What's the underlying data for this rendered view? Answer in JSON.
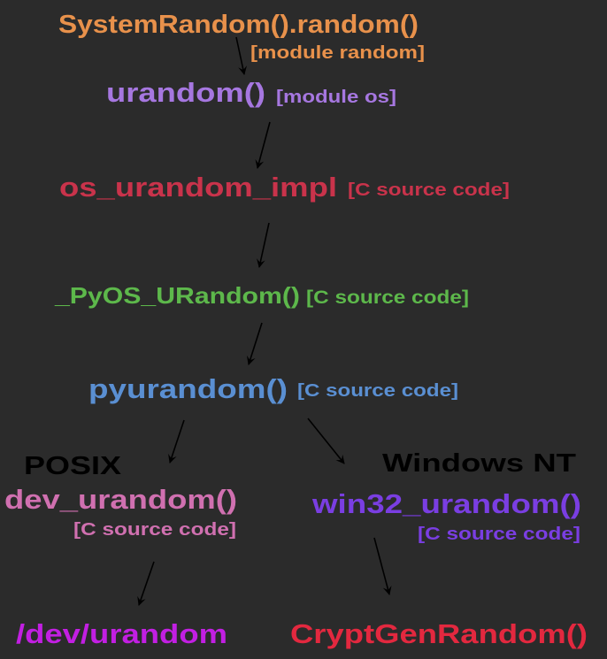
{
  "colors": {
    "background": "#2b2b2b",
    "system_random": "#e8914b",
    "urandom": "#a677e0",
    "os_urandom_impl": "#c9334b",
    "pyos_urandom": "#5db84b",
    "pyurandom": "#5a8fd2",
    "dev_urandom": "#d070b0",
    "win32_urandom": "#7a3ee2",
    "dev_urandom_file": "#c21fe2",
    "cryptgenrandom": "#e3283f",
    "platform_label": "#000000",
    "arrow": "#000000"
  },
  "nodes": {
    "system_random": {
      "name": "SystemRandom().random()",
      "note": "[module random]"
    },
    "urandom": {
      "name": "urandom()",
      "note": "[module os]"
    },
    "os_urandom_impl": {
      "name": "os_urandom_impl",
      "note": "[C source code]"
    },
    "pyos_urandom": {
      "name": "_PyOS_URandom()",
      "note": "[C source code]"
    },
    "pyurandom": {
      "name": "pyurandom()",
      "note": "[C source code]"
    },
    "dev_urandom": {
      "platform": "POSIX",
      "name": "dev_urandom()",
      "note": "[C source code]"
    },
    "win32_urandom": {
      "platform": "Windows NT",
      "name": "win32_urandom()",
      "note": "[C source code]"
    },
    "dev_urandom_file": {
      "name": "/dev/urandom"
    },
    "cryptgenrandom": {
      "name": "CryptGenRandom()"
    }
  }
}
